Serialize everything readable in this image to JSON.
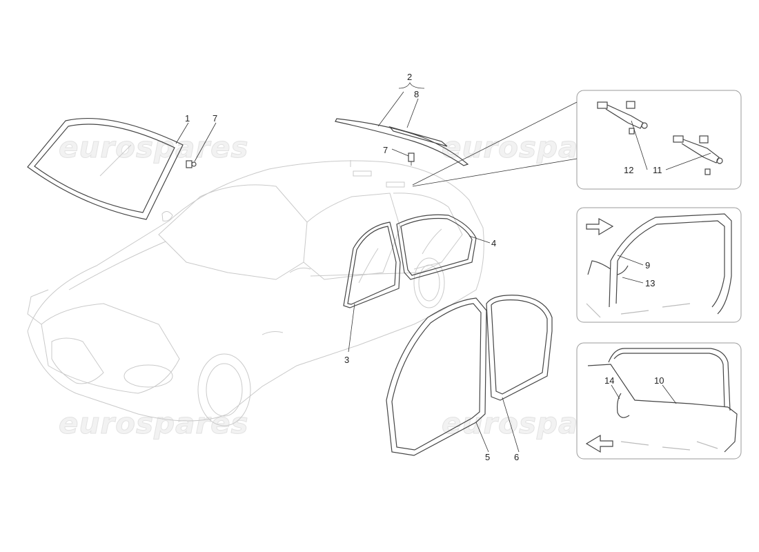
{
  "diagram": {
    "watermark": "eurospares",
    "callouts": {
      "c1": "1",
      "c2": "2",
      "c3": "3",
      "c4": "4",
      "c5": "5",
      "c6": "6",
      "c7a": "7",
      "c7b": "7",
      "c8": "8",
      "c9": "9",
      "c10": "10",
      "c11": "11",
      "c12": "12",
      "c13": "13",
      "c14": "14"
    }
  }
}
